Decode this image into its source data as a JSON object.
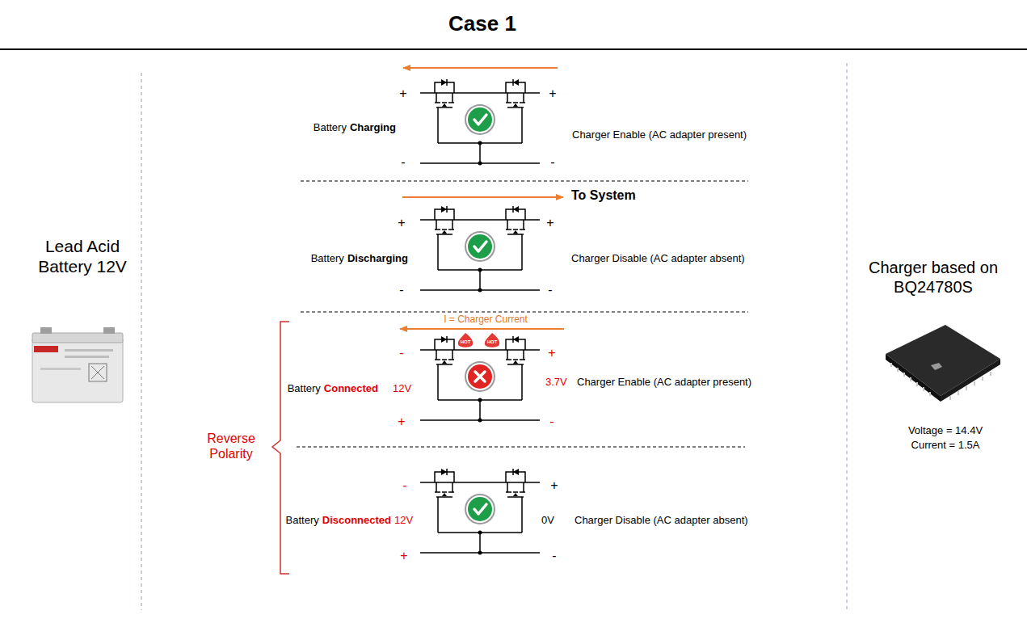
{
  "diagram": {
    "title": "Case 1",
    "labels": [
      "Lead Acid Battery 12V",
      "Charger based on BQ24780S",
      "Voltage = 14.4V",
      "Current = 1.5A",
      "+",
      "+",
      "Battery",
      "Charging",
      "-",
      "-",
      "Charger Enable (AC adapter present)",
      "To System",
      "+",
      "+",
      "Battery",
      "Discharging",
      "-",
      "-",
      "Charger Disable (AC adapter absent)",
      "I = Charger Current",
      "HOT",
      "HOT",
      "-",
      "+",
      "Battery",
      "Connected",
      "12V",
      "3.7V",
      "Charger Enable (AC adapter present)",
      "+",
      "-",
      "-",
      "+",
      "Battery",
      "Disconnected",
      "12V",
      "0V",
      "Charger Disable (AC adapter absent)",
      "+",
      "-",
      "Reverse Polarity"
    ]
  }
}
